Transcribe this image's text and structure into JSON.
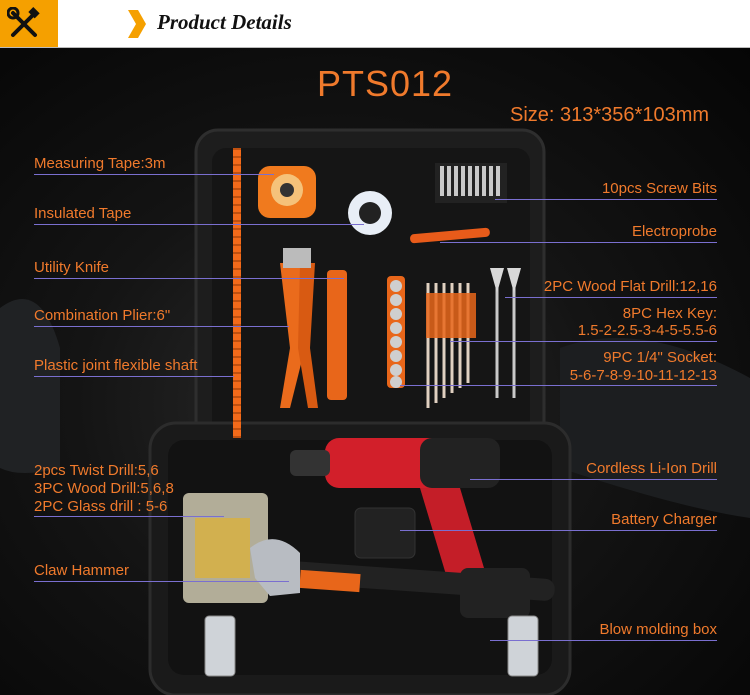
{
  "header": {
    "title": "Product Details",
    "logo_icon": "tools-cross-icon",
    "accent": "#f5a000"
  },
  "model": "PTS012",
  "size": "Size: 313*356*103mm",
  "accent_color": "#f07a2c",
  "line_color": "#7a6fd0",
  "labels": {
    "measuring_tape": "Measuring Tape:3m",
    "insulated_tape": "Insulated Tape",
    "utility_knife": "Utility Knife",
    "combination_plier": "Combination Plier:6\"",
    "flexible_shaft": "Plastic joint flexible shaft",
    "twist_drill": "2pcs Twist Drill:5,6",
    "wood_drill": "3PC Wood Drill:5,6,8",
    "glass_drill": "2PC Glass drill : 5-6",
    "claw_hammer": "Claw Hammer",
    "screw_bits": "10pcs Screw Bits",
    "electroprobe": "Electroprobe",
    "wood_flat_drill": "2PC Wood Flat Drill:12,16",
    "hex_key_title": "8PC Hex Key:",
    "hex_key_sizes": "1.5-2-2.5-3-4-5-5.5-6",
    "socket_title": "9PC 1/4\" Socket:",
    "socket_sizes": "5-6-7-8-9-10-11-12-13",
    "cordless_drill": "Cordless Li-Ion Drill",
    "battery_charger": "Battery Charger",
    "blow_molding_box": "Blow molding box"
  }
}
